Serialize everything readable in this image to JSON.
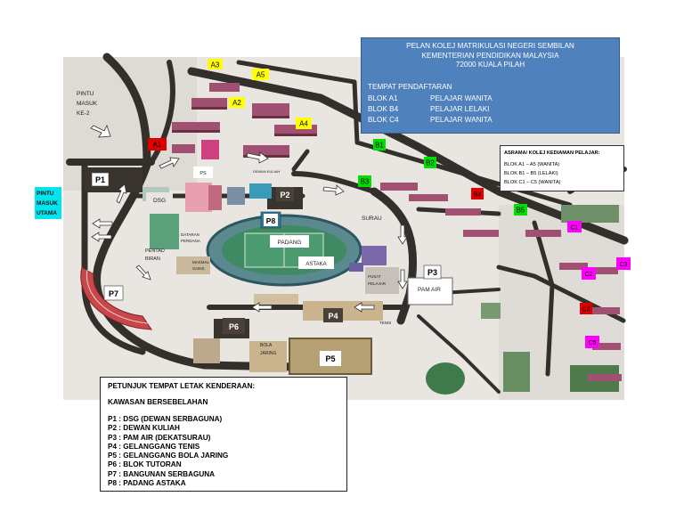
{
  "title": {
    "lines": [
      "PELAN KOLEJ MATRIKULASI NEGERI SEMBILAN",
      "KEMENTERIAN PENDIDIKAN MALAYSIA",
      "72000 KUALA PILAH"
    ],
    "registration_heading": "TEMPAT PENDAFTARAN",
    "registration": [
      {
        "block": "BLOK A1",
        "who": "PELAJAR WANITA"
      },
      {
        "block": "BLOK B4",
        "who": "PELAJAR LELAKI"
      },
      {
        "block": "BLOK C4",
        "who": "PELAJAR WANITA"
      }
    ]
  },
  "asrama": {
    "heading": "ASRAMA/ KOLEJ KEDIAMAN PELAJAR:",
    "lines": [
      "BLOK A1 – A5 (WANITA)",
      "BLOK B1 – B5 (LELAKI)",
      "BLOK C1 – C5 (WANITA)"
    ]
  },
  "legend": {
    "heading": "PETUNJUK TEMPAT LETAK KENDERAAN:",
    "subheading": "KAWASAN BERSEBELAHAN",
    "items": [
      "P1   : DSG (DEWAN SERBAGUNA)",
      "P2   : DEWAN KULIAH",
      "P3   : PAM AIR (DEKATSURAU)",
      "P4   : GELANGGANG TENIS",
      "P5   : GELANGGANG BOLA JARING",
      "P6   : BLOK TUTORAN",
      "P7   : BANGUNAN SERBAGUNA",
      "P8   : PADANG ASTAKA"
    ]
  },
  "map": {
    "gates": {
      "second": [
        "PINTU",
        "MASUK",
        "KE-2"
      ],
      "main": [
        "PINTU",
        "MASUK",
        "UTAMA"
      ]
    },
    "block_labels": {
      "A1": "A1",
      "A2": "A2",
      "A3": "A3",
      "A4": "A4",
      "A5": "A5",
      "B1": "B1",
      "B2": "B2",
      "B3": "B3",
      "B4": "B4",
      "B5": "B5",
      "C1": "C1",
      "C2": "C2",
      "C3": "C3",
      "C4": "C4",
      "C5": "C5"
    },
    "parking": {
      "P1": "P1",
      "P2": "P2",
      "P3": "P3",
      "P4": "P4",
      "P5": "P5",
      "P6": "P6",
      "P7": "P7",
      "P8": "P8"
    },
    "places": {
      "dsg": "DSG",
      "ps": "PS",
      "dewan_kuliah": "DEWAN KULIAH",
      "padang": "PADANG",
      "astaka": "ASTAKA",
      "surau": "SURAU",
      "pam_air": "PAM AIR",
      "pusat_pelajar": [
        "PUSAT",
        "PELAJAR"
      ],
      "tenis": "TENIS",
      "bola_jaring": [
        "BOLA",
        "JARING"
      ],
      "pentadbiran": [
        "PENTAD",
        "BIRAN"
      ],
      "dataran": [
        "DATARAN",
        "PERDANA"
      ],
      "makmal": [
        "MAKMAL",
        "SAINS"
      ]
    },
    "colors": {
      "yellow_label": "#ffff00",
      "green_label": "#00e000",
      "red_label": "#e00000",
      "magenta_label": "#ff00ff",
      "cyan_label": "#00e5ee",
      "title_box": "#4f81bd",
      "building_roof": "#a05070"
    }
  }
}
